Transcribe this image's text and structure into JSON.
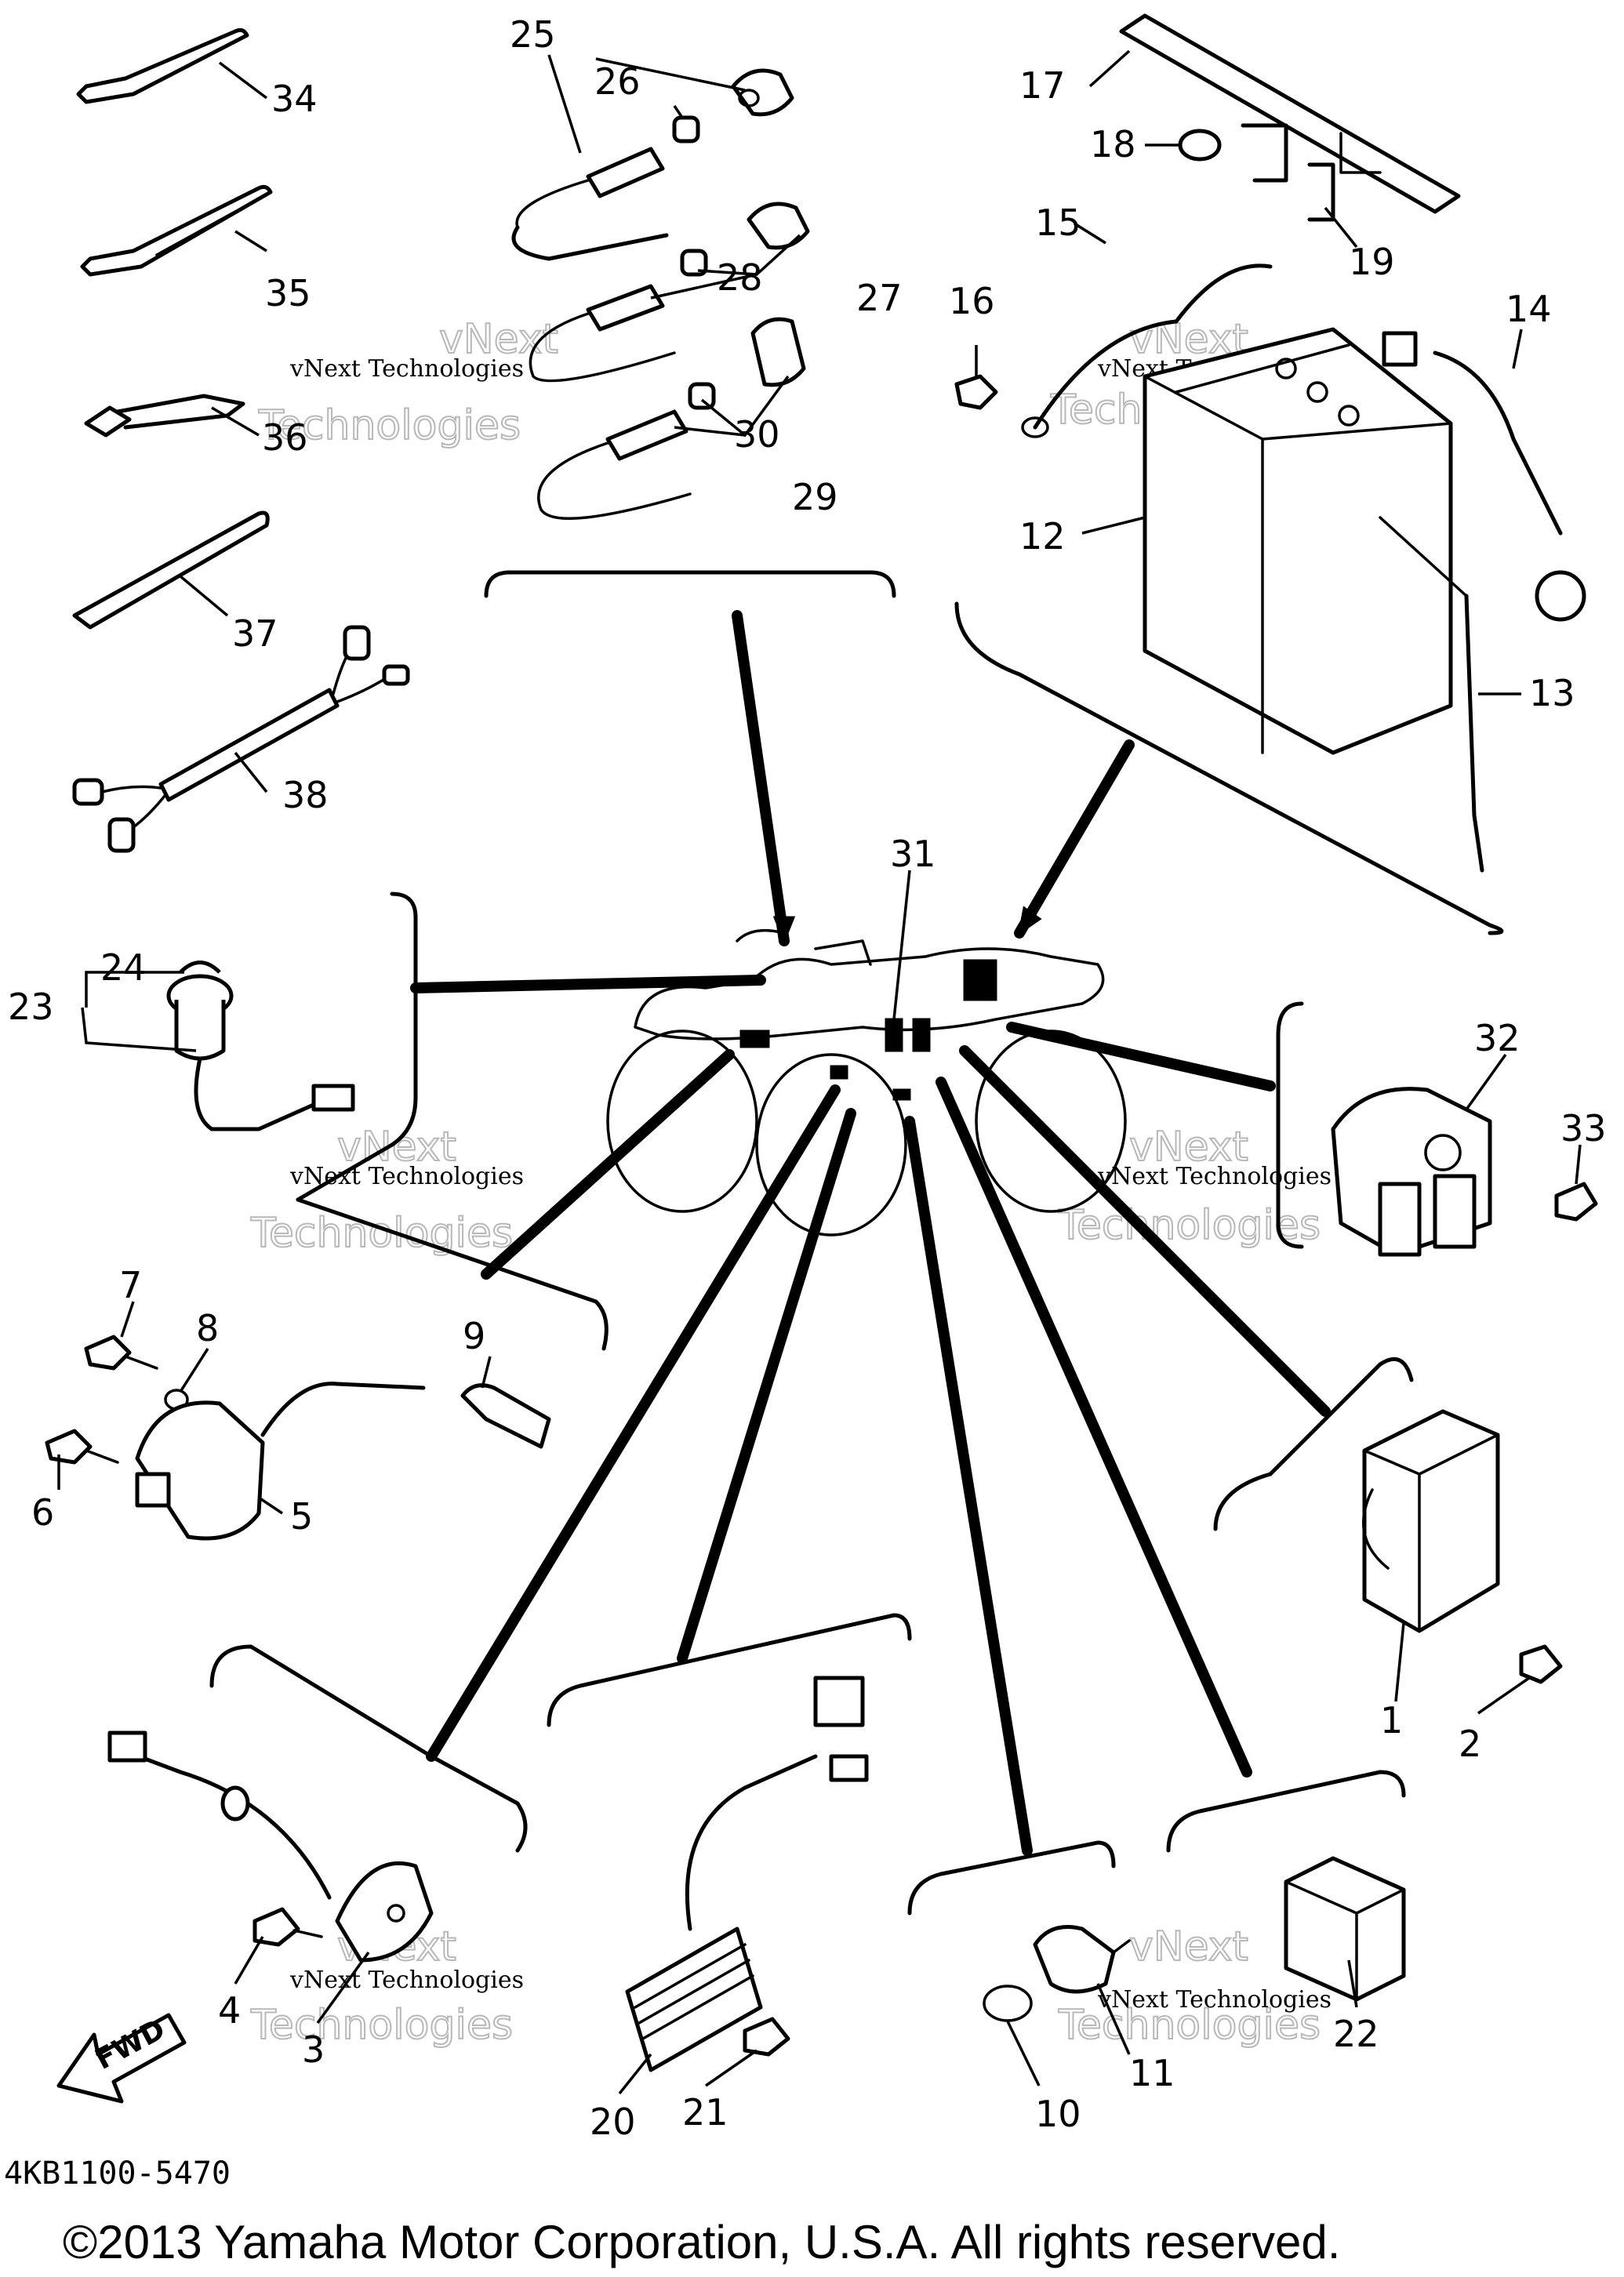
{
  "diagram": {
    "drawing_code": "4KB1100-5470",
    "copyright": "©2013 Yamaha Motor Corporation, U.S.A. All rights reserved.",
    "fwd_label": "FWD",
    "watermark": {
      "line1": "vNext Technologies",
      "line2": "vNext",
      "line3": "Technologies"
    },
    "callouts": {
      "n1": "1",
      "n2": "2",
      "n3": "3",
      "n4": "4",
      "n5": "5",
      "n6": "6",
      "n7": "7",
      "n8": "8",
      "n9": "9",
      "n10": "10",
      "n11": "11",
      "n12": "12",
      "n13": "13",
      "n14": "14",
      "n15": "15",
      "n16": "16",
      "n17": "17",
      "n18": "18",
      "n19": "19",
      "n20": "20",
      "n21": "21",
      "n22": "22",
      "n23": "23",
      "n24": "24",
      "n25": "25",
      "n26": "26",
      "n27": "27",
      "n28": "28",
      "n29": "29",
      "n30": "30",
      "n31": "31",
      "n32": "32",
      "n33": "33",
      "n34": "34",
      "n35": "35",
      "n36": "36",
      "n37": "37",
      "n38": "38"
    }
  }
}
